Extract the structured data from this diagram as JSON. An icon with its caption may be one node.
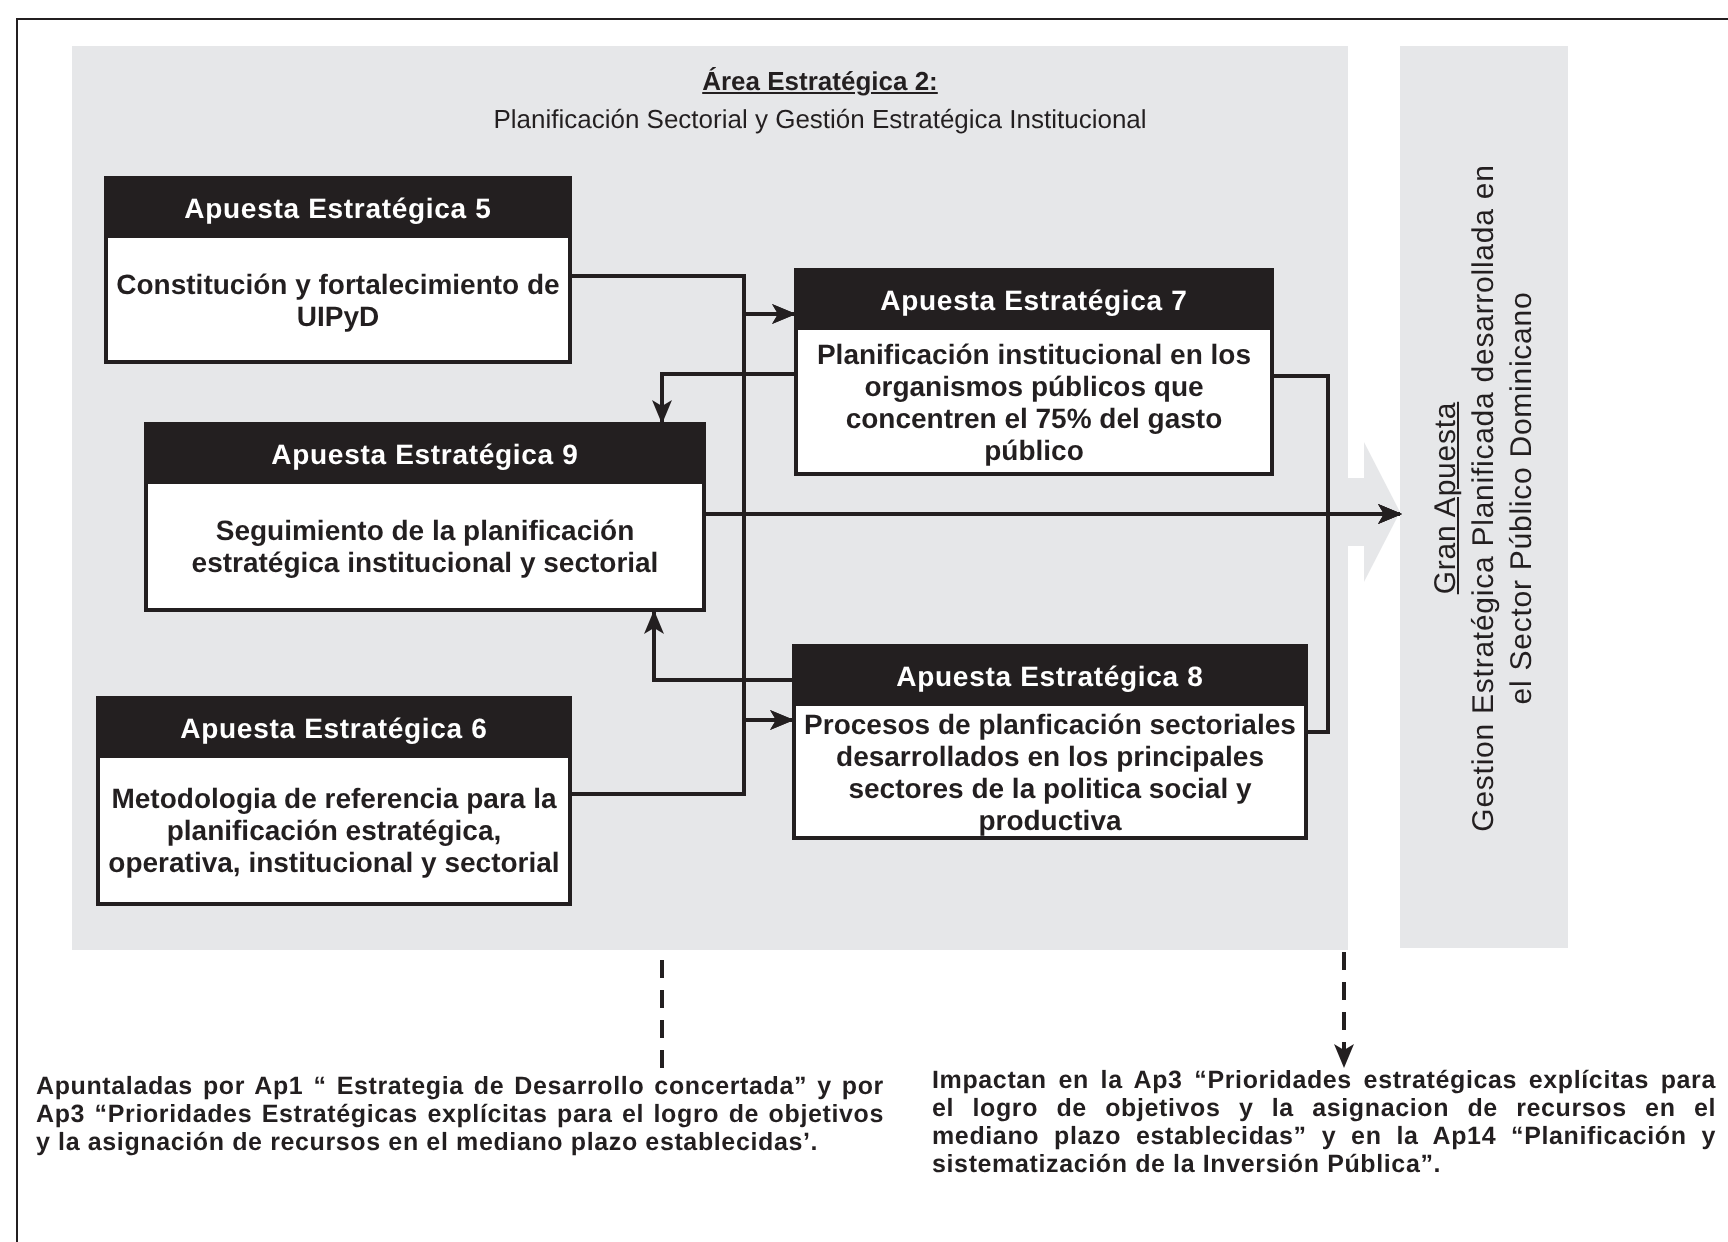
{
  "diagram": {
    "nodes": [
      {
        "text": [
          "Área Estratégica 2:",
          "Planificación Sectorial y Gestión Estratégica Institucional"
        ]
      },
      {
        "text": [
          "Apuesta Estratégica 5",
          "Constitución y fortalecimiento de UIPyD"
        ],
        "in": 0
      },
      {
        "text": [
          "Apuesta Estratégica 7",
          "Planificación institucional en los organismos públicos que concentren el 75% del gasto público"
        ],
        "in": 0
      },
      {
        "text": [
          "Apuesta Estratégica 9",
          "Seguimiento de la planificación estratégica institucional y sectorial"
        ],
        "in": 0
      },
      {
        "text": [
          "Apuesta Estratégica 8",
          "Procesos de planficación sectoriales desarrollados en los principales sectores de la politica social y productiva"
        ],
        "in": 0
      },
      {
        "text": [
          "Apuesta Estratégica 6",
          "Metodologia de referencia para la planificación estratégica, operativa, institucional y sectorial"
        ],
        "in": 0
      },
      {
        "text": [
          "Gran Apuesta",
          "Gestion Estratégica Planificada desarrollada en el Sector Público Dominicano"
        ]
      },
      {
        "text": [
          "Apuntaladas por Ap1 “ **Estrategia de Desarrollo concertada”** y por **Ap3 “Prioridades Estratégicas explícitas para el logro de objetivos y la asignación de recursos en el mediano plazo establecidas’.**"
        ]
      },
      {
        "text": [
          "Impactan en la Ap3 “Prioridades estratégicas explícitas para el logro de objetivos y la asignacion de recursos en el mediano plazo establecidas” y en la Ap14 “Planificación y sistematización de la Inversión Pública”."
        ]
      }
    ],
    "edges": [
      {
        "from": 1,
        "to": 2,
        "arrow": "to"
      },
      {
        "from": 1,
        "to": 4,
        "arrow": "to"
      },
      {
        "from": 5,
        "to": 2,
        "arrow": "to"
      },
      {
        "from": 5,
        "to": 4,
        "arrow": "to"
      },
      {
        "from": 2,
        "to": 3,
        "arrow": "to"
      },
      {
        "from": 4,
        "to": 3,
        "arrow": "to"
      },
      {
        "from": 0,
        "to": 6,
        "arrow": "to",
        "style": "thick",
        "color": "#e6e7e9"
      },
      {
        "from": 3,
        "to": 6,
        "arrow": "to"
      },
      {
        "from": 2,
        "to": 6,
        "arrow": "to"
      },
      {
        "from": 4,
        "to": 6,
        "arrow": "to"
      },
      {
        "from": 7,
        "to": 0,
        "arrow": "none",
        "style": "dashed"
      },
      {
        "from": 0,
        "to": 8,
        "arrow": "to",
        "style": "dashed"
      }
    ]
  }
}
